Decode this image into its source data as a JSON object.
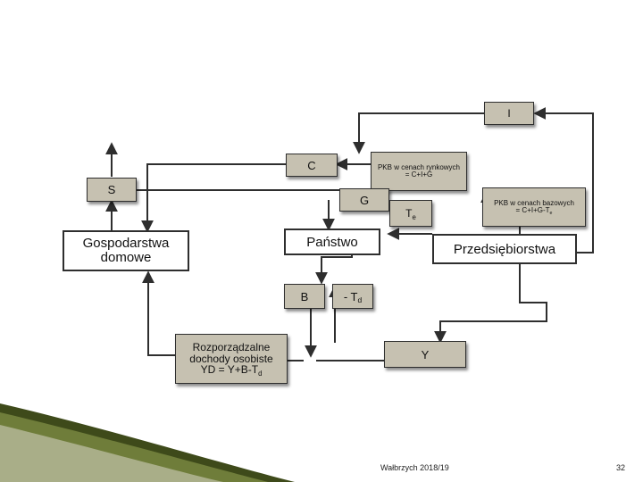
{
  "nodes": {
    "i": "I",
    "c": "C",
    "pkb_rynkowe_line1": "PKB w cenach rynkowych",
    "pkb_rynkowe_line2": "= C+I+G",
    "s": "S",
    "g": "G",
    "te_main": "T",
    "te_sub": "e",
    "pkb_bazowe_line1": "PKB w cenach bazowych",
    "pkb_bazowe_line2_main": "= C+I+G-T",
    "pkb_bazowe_line2_sub": "e",
    "gospodarstwa_line1": "Gospodarstwa",
    "gospodarstwa_line2": "domowe",
    "panstwo": "Państwo",
    "przedsiebiorstwa": "Przedsiębiorstwa",
    "b": "B",
    "td_main": "- T",
    "td_sub": "d",
    "rozporzadzalne_line1": "Rozporządzalne",
    "rozporzadzalne_line2": "dochody osobiste",
    "rozporzadzalne_line3_main": "YD = Y+B-T",
    "rozporzadzalne_line3_sub": "d",
    "y": "Y"
  },
  "footer": {
    "location": "Wałbrzych 2018/19",
    "page_number": "32"
  },
  "colors": {
    "box_fill": "#c6c1b1",
    "line": "#2e2e2e",
    "corner_accent": "#5c6a2a"
  }
}
